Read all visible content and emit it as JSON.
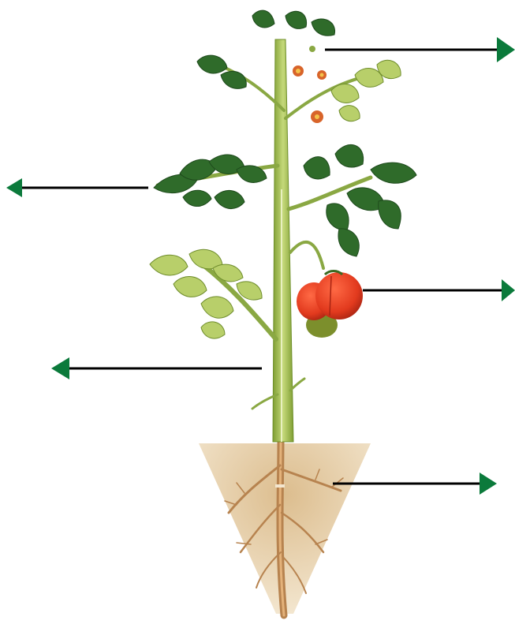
{
  "diagram": {
    "subject": "tomato-plant",
    "colors": {
      "arrow_line": "#000000",
      "arrow_head": "#0b7a3b",
      "stem": "#a9c45a",
      "stem_dark": "#6e8f2a",
      "leaf_dark": "#2f6b2a",
      "leaf_light": "#b8cf6a",
      "fruit": "#e23a1e",
      "fruit_green": "#7c8f2c",
      "flower": "#d8642a",
      "soil": "#d9b98a",
      "root": "#c48a52"
    },
    "pointers": [
      {
        "target": "flowers",
        "direction": "right"
      },
      {
        "target": "leaves",
        "direction": "left"
      },
      {
        "target": "fruit",
        "direction": "right"
      },
      {
        "target": "stem",
        "direction": "left"
      },
      {
        "target": "roots",
        "direction": "right"
      }
    ]
  }
}
